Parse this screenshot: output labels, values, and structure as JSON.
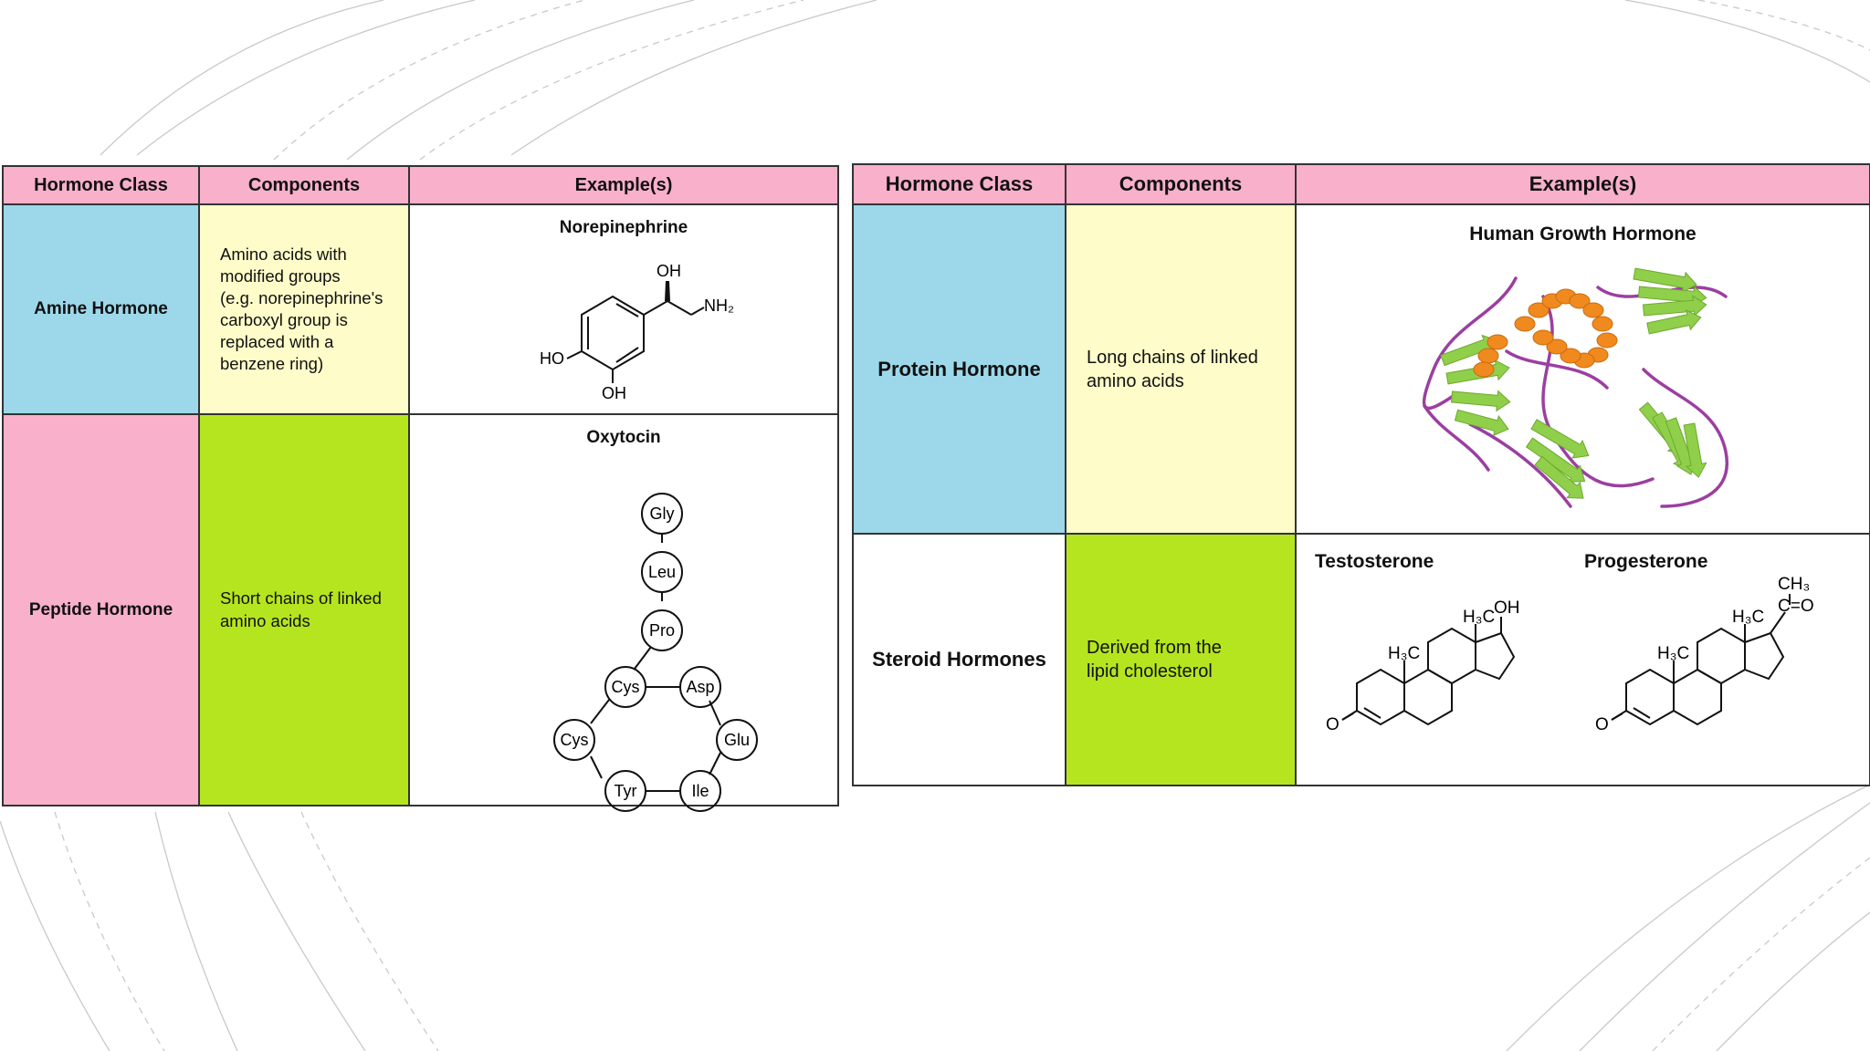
{
  "left_table": {
    "headers": [
      "Hormone Class",
      "Components",
      "Example(s)"
    ],
    "rows": [
      {
        "class": "Amine Hormone",
        "components": "Amino acids with\nmodified groups\n(e.g. norepinephrine's\ncarboxyl group is\nreplaced with a\nbenzene ring)",
        "example_title": "Norepinephrine",
        "structure_labels": {
          "oh_top": "OH",
          "nh2": "NH₂",
          "ho": "HO",
          "oh_bottom": "OH"
        }
      },
      {
        "class": "Peptide Hormone",
        "components": "Short chains of linked\namino acids",
        "example_title": "Oxytocin",
        "residues": [
          "Gly",
          "Leu",
          "Pro",
          "Cys",
          "Asp",
          "Cys",
          "Glu",
          "Tyr",
          "Ile"
        ]
      }
    ]
  },
  "right_table": {
    "headers": [
      "Hormone Class",
      "Components",
      "Example(s)"
    ],
    "rows": [
      {
        "class": "Protein Hormone",
        "components": "Long chains of linked\namino acids",
        "example_title": "Human Growth Hormone",
        "colors": {
          "helix": "#f08a1f",
          "sheet": "#8fcf4a",
          "loop": "#9b3fa0"
        }
      },
      {
        "class": "Steroid Hormones",
        "components": "Derived from the\nlipid cholesterol",
        "examples": [
          {
            "title": "Testosterone",
            "labels": {
              "h3c_1": "H₃C",
              "h3c_2": "H₃C",
              "oh": "OH",
              "o": "O"
            }
          },
          {
            "title": "Progesterone",
            "labels": {
              "h3c_1": "H₃C",
              "h3c_2": "H₃C",
              "ch3": "CH₃",
              "co": "C=O",
              "o": "O"
            }
          }
        ]
      }
    ]
  }
}
